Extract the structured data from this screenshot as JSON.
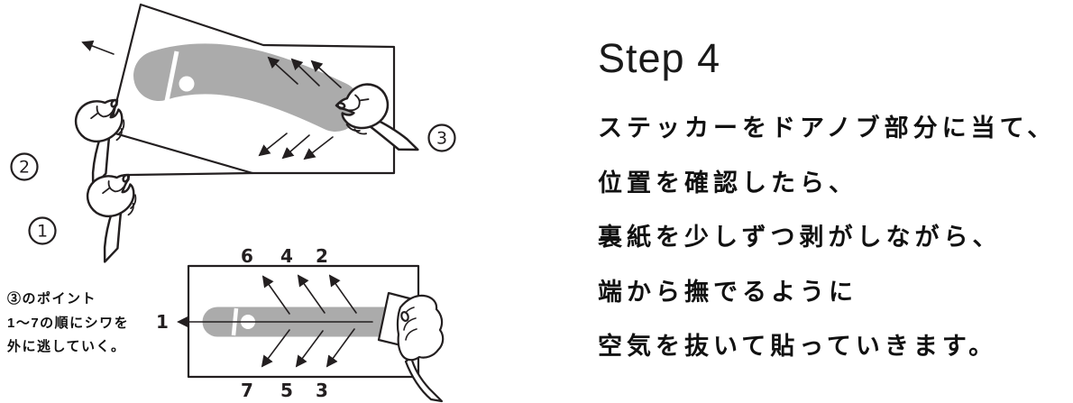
{
  "colors": {
    "ink": "#231f20",
    "sticker_gray": "#ababab",
    "text": "#111111"
  },
  "step": {
    "title": "Step 4",
    "lines": [
      "ステッカーをドアノブ部分に当て、",
      "位置を確認したら、",
      "裏紙を少しずつ剥がしながら、",
      "端から撫でるように",
      "空気を抜いて貼っていきます。"
    ]
  },
  "note": {
    "lines": [
      "③のポイント",
      "1〜7の順にシワを",
      "外に逃していく。"
    ]
  },
  "diagram_top": {
    "markers": [
      "1",
      "2",
      "3"
    ]
  },
  "diagram_bottom": {
    "sequence_top": [
      "6",
      "4",
      "2"
    ],
    "sequence_bottom": [
      "7",
      "5",
      "3"
    ],
    "sequence_left": "1"
  }
}
